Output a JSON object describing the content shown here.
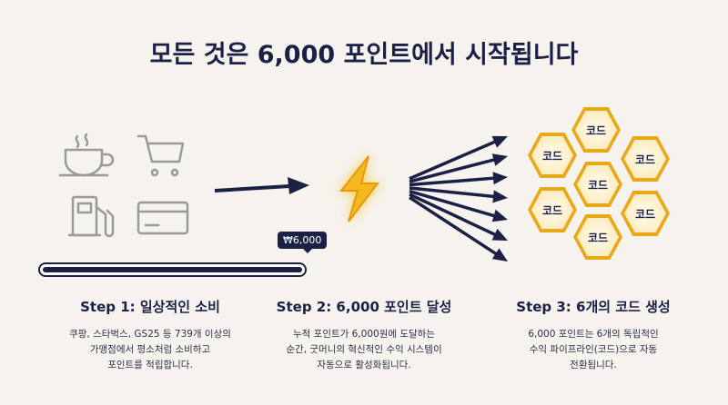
{
  "title": "모든 것은 6,000 포인트에서 시작됩니다",
  "badge": "₩6,000",
  "progress": 1.0,
  "hex_label": "코드",
  "hexes": [
    "코드",
    "코드",
    "코드",
    "코드",
    "코드",
    "코드",
    "코드"
  ],
  "steps": [
    {
      "title": "Step 1: 일상적인 소비",
      "lines": [
        "쿠팡, 스타벅스, GS25 등 739개 이상의",
        "가맹점에서 평소처럼 소비하고",
        "포인트를 적립합니다."
      ]
    },
    {
      "title": "Step 2: 6,000 포인트 달성",
      "lines": [
        "누적 포인트가 6,000원에 도달하는",
        "순간, 굿머니의 혁신적인 수익 시스템이",
        "자동으로 활성화됩니다."
      ]
    },
    {
      "title": "Step 3: 6개의 코드 생성",
      "lines": [
        "6,000 포인트는 6개의 독립적인",
        "수익 파이프라인(코드)으로 자동",
        "전환됩니다."
      ]
    }
  ],
  "colors": {
    "navy": "#1b2145",
    "gold": "#e8a817"
  }
}
